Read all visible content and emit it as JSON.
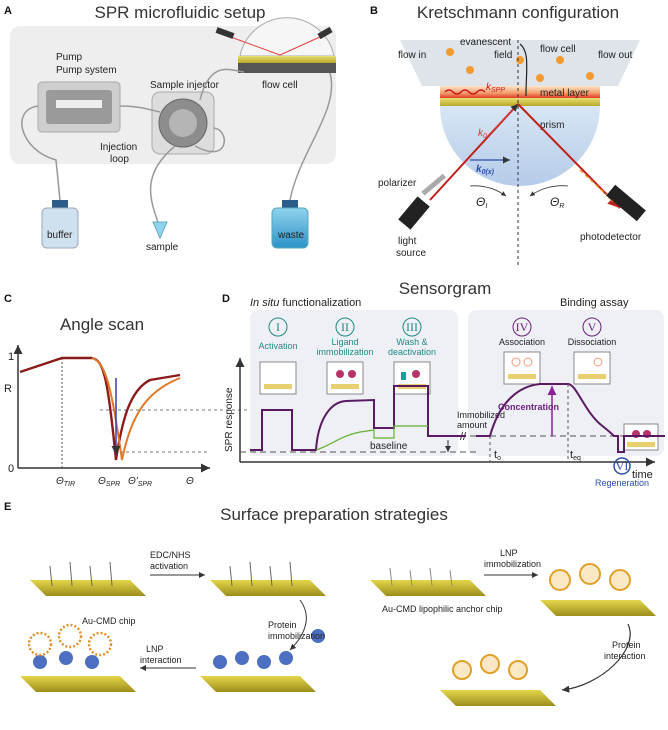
{
  "panels": {
    "A": {
      "letter": "A",
      "title": "SPR microfluidic setup",
      "labels": {
        "pump": "Pump system",
        "injector": "Sample injector",
        "loop": "Injection loop",
        "flowcell": "flow cell",
        "buffer": "buffer",
        "sample": "sample",
        "waste": "waste"
      }
    },
    "B": {
      "letter": "B",
      "title": "Kretschmann configuration",
      "labels": {
        "flow_in": "flow in",
        "flow_out": "flow out",
        "flow_cell": "flow cell",
        "evanescent": "evanescent",
        "field": "field",
        "kspp": "k",
        "kspp_sub": "SPP",
        "metal": "metal layer",
        "prism": "prism",
        "k0": "k",
        "k0_sub": "0",
        "k0x": "k",
        "k0x_sub": "0(x)",
        "polarizer": "polarizer",
        "light1": "light",
        "light2": "source",
        "theta_i": "Θ",
        "theta_i_sub": "I",
        "theta_r": "Θ",
        "theta_r_sub": "R",
        "detector": "photodetector"
      }
    },
    "C": {
      "letter": "C",
      "title": "Angle scan",
      "ylabel": "R",
      "y1": "1",
      "y0": "0",
      "x_tir": "Θ",
      "x_tir_sub": "TIR",
      "x_spr": "Θ",
      "x_spr_sub": "SPR",
      "x_spr2": "Θ'",
      "x_spr2_sub": "SPR",
      "x_theta": "Θ"
    },
    "D": {
      "letter": "D",
      "title": "Sensorgram",
      "insitu_em": "In situ",
      "insitu_rest": " functionalization",
      "binding": "Binding assay",
      "steps": [
        {
          "num": "I",
          "l1": "Activation",
          "l2": ""
        },
        {
          "num": "II",
          "l1": "Ligand",
          "l2": "immobilization"
        },
        {
          "num": "III",
          "l1": "Wash &",
          "l2": "deactivation"
        },
        {
          "num": "IV",
          "l1": "Association",
          "l2": ""
        },
        {
          "num": "V",
          "l1": "Dissociation",
          "l2": ""
        },
        {
          "num": "VI",
          "l1": "Regeneration",
          "l2": ""
        }
      ],
      "ylabel": "SPR response",
      "xlabel": "time",
      "baseline": "baseline",
      "immob1": "Immobilized",
      "immob2": "amount",
      "concentration": "Concentration",
      "t0": "t",
      "t0_sub": "o",
      "teq": "t",
      "teq_sub": "eq"
    },
    "E": {
      "letter": "E",
      "title": "Surface preparation strategies",
      "left": {
        "edc1": "EDC/NHS",
        "edc2": "activation",
        "chip": "Au-CMD chip",
        "lnp1": "LNP",
        "lnp2": "interaction",
        "prot1": "Protein",
        "prot2": "immobilization"
      },
      "right": {
        "chip": "Au-CMD lipophilic anchor chip",
        "lnp1": "LNP",
        "lnp2": "immobilization",
        "prot1": "Protein",
        "prot2": "interaction"
      }
    }
  }
}
